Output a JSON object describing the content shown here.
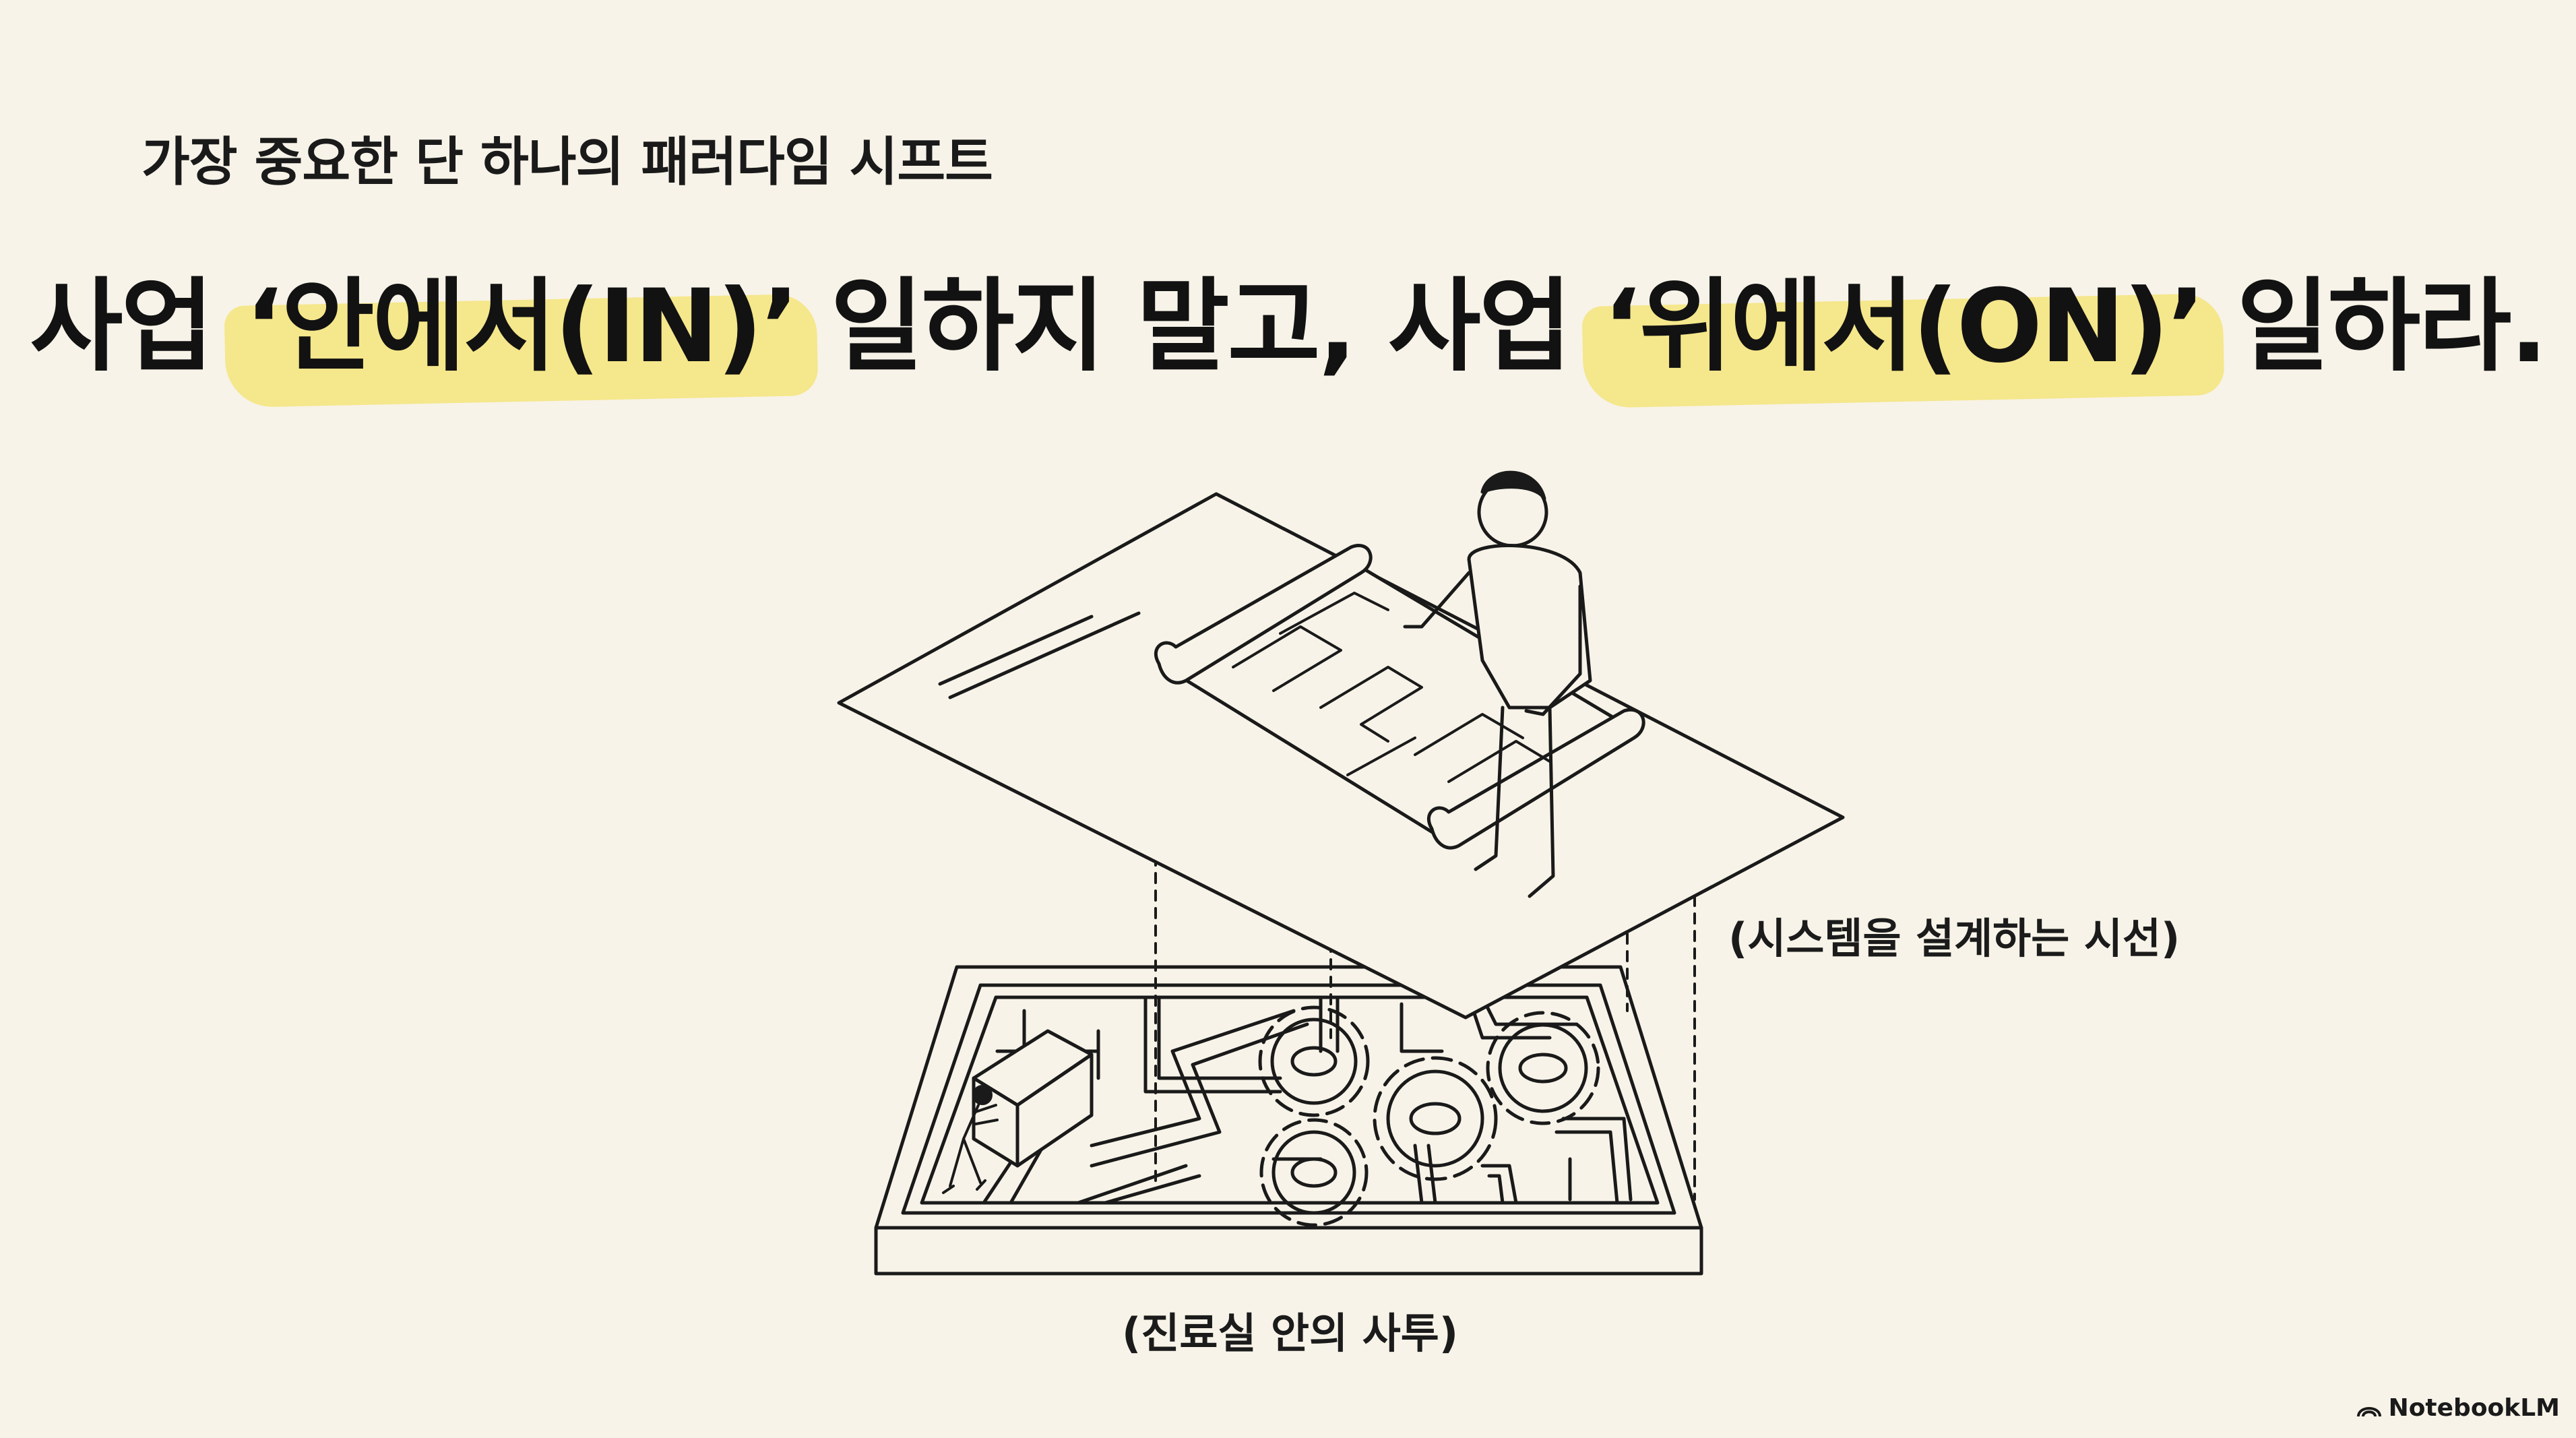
{
  "slide": {
    "subtitle": "가장 중요한 단 하나의 패러다임 시프트",
    "headline": {
      "part1": "사업 ",
      "highlight1": "‘안에서(IN)’",
      "part2": " 일하지 말고, 사업 ",
      "highlight2": "‘위에서(ON)’",
      "part3": " 일하라."
    },
    "caption_top": "(시스템을 설계하는 시선)",
    "caption_bottom": "(진료실 안의 사투)",
    "highlight_color": "#f4e47a"
  },
  "brand": {
    "label": "NotebookLM",
    "icon": "notebooklm-logo-icon"
  }
}
